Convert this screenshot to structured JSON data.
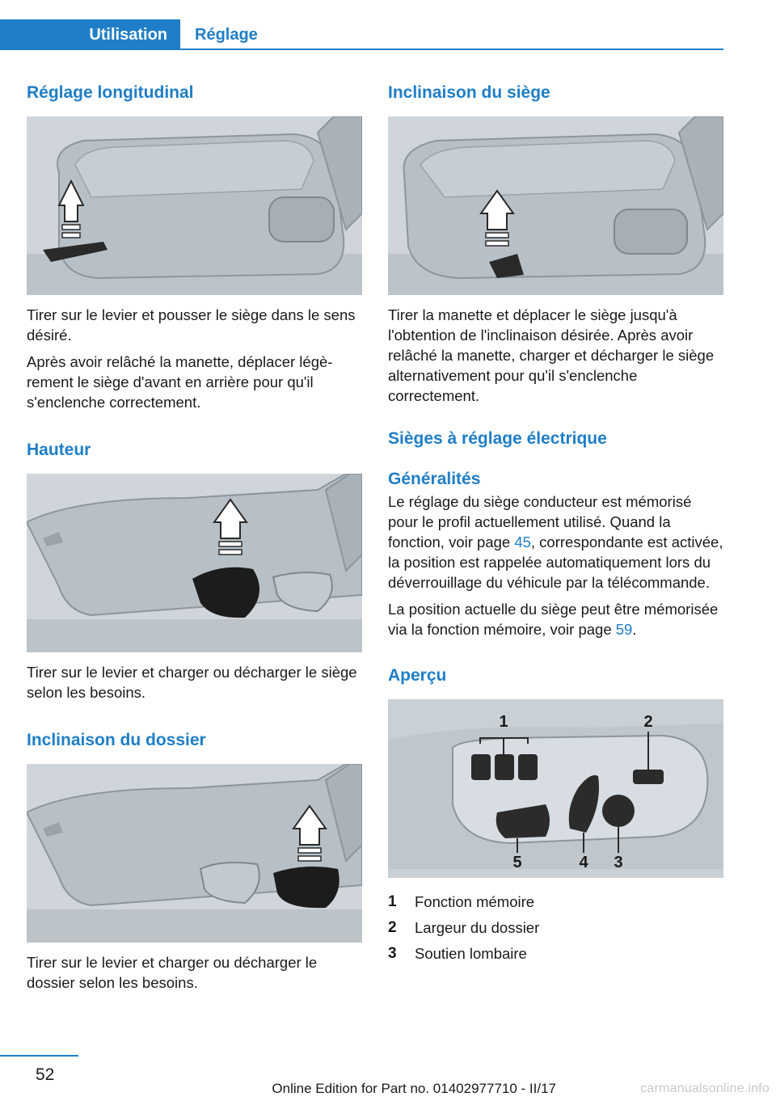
{
  "header": {
    "tab_active": "Utilisation",
    "tab_inactive": "Réglage",
    "accent_color": "#1f7ec7"
  },
  "left_column": {
    "sec1_title": "Réglage longitudinal",
    "sec1_fig_icon": "seat-longitudinal-lever-illustration",
    "sec1_p1": "Tirer sur le levier et pousser le siège dans le sens désiré.",
    "sec1_p2": "Après avoir relâché la manette, déplacer légè­rement le siège d'avant en arrière pour qu'il s'enclenche correctement.",
    "sec2_title": "Hauteur",
    "sec2_fig_icon": "seat-height-lever-illustration",
    "sec2_p1": "Tirer sur le levier et charger ou décharger le siège selon les besoins.",
    "sec3_title": "Inclinaison du dossier",
    "sec3_fig_icon": "backrest-tilt-lever-illustration",
    "sec3_p1": "Tirer sur le levier et charger ou décharger le dossier selon les besoins."
  },
  "right_column": {
    "sec1_title": "Inclinaison du siège",
    "sec1_fig_icon": "seat-tilt-lever-illustration",
    "sec1_p1": "Tirer la manette et déplacer le siège jusqu'à l'obtention de l'inclinaison désirée. Après avoir relâché la manette, charger et décharger le siège alternativement pour qu'il s'enclenche correctement.",
    "sec2_title": "Sièges à réglage électrique",
    "sec3_title": "Généralités",
    "sec3_p1_a": "Le réglage du siège conducteur est mémorisé pour le profil actuellement utilisé. Quand la fonction, voir page ",
    "sec3_p1_link": "45",
    "sec3_p1_b": ", correspondante est ac­tivée, la position est rappelée automatique­ment lors du déverrouillage du véhicule par la télécommande.",
    "sec3_p2_a": "La position actuelle du siège peut être mémo­risée via la fonction mémoire, voir page ",
    "sec3_p2_link": "59",
    "sec3_p2_b": ".",
    "sec4_title": "Aperçu",
    "overview_fig_icon": "electric-seat-controls-illustration",
    "overview_callouts": [
      "1",
      "2",
      "5",
      "4",
      "3"
    ],
    "legend": [
      {
        "num": "1",
        "label": "Fonction mémoire"
      },
      {
        "num": "2",
        "label": "Largeur du dossier"
      },
      {
        "num": "3",
        "label": "Soutien lombaire"
      }
    ]
  },
  "footer": {
    "page_number": "52",
    "edition": "Online Edition for Part no. 01402977710 - II/17",
    "watermark": "carmanualsonline.info"
  }
}
